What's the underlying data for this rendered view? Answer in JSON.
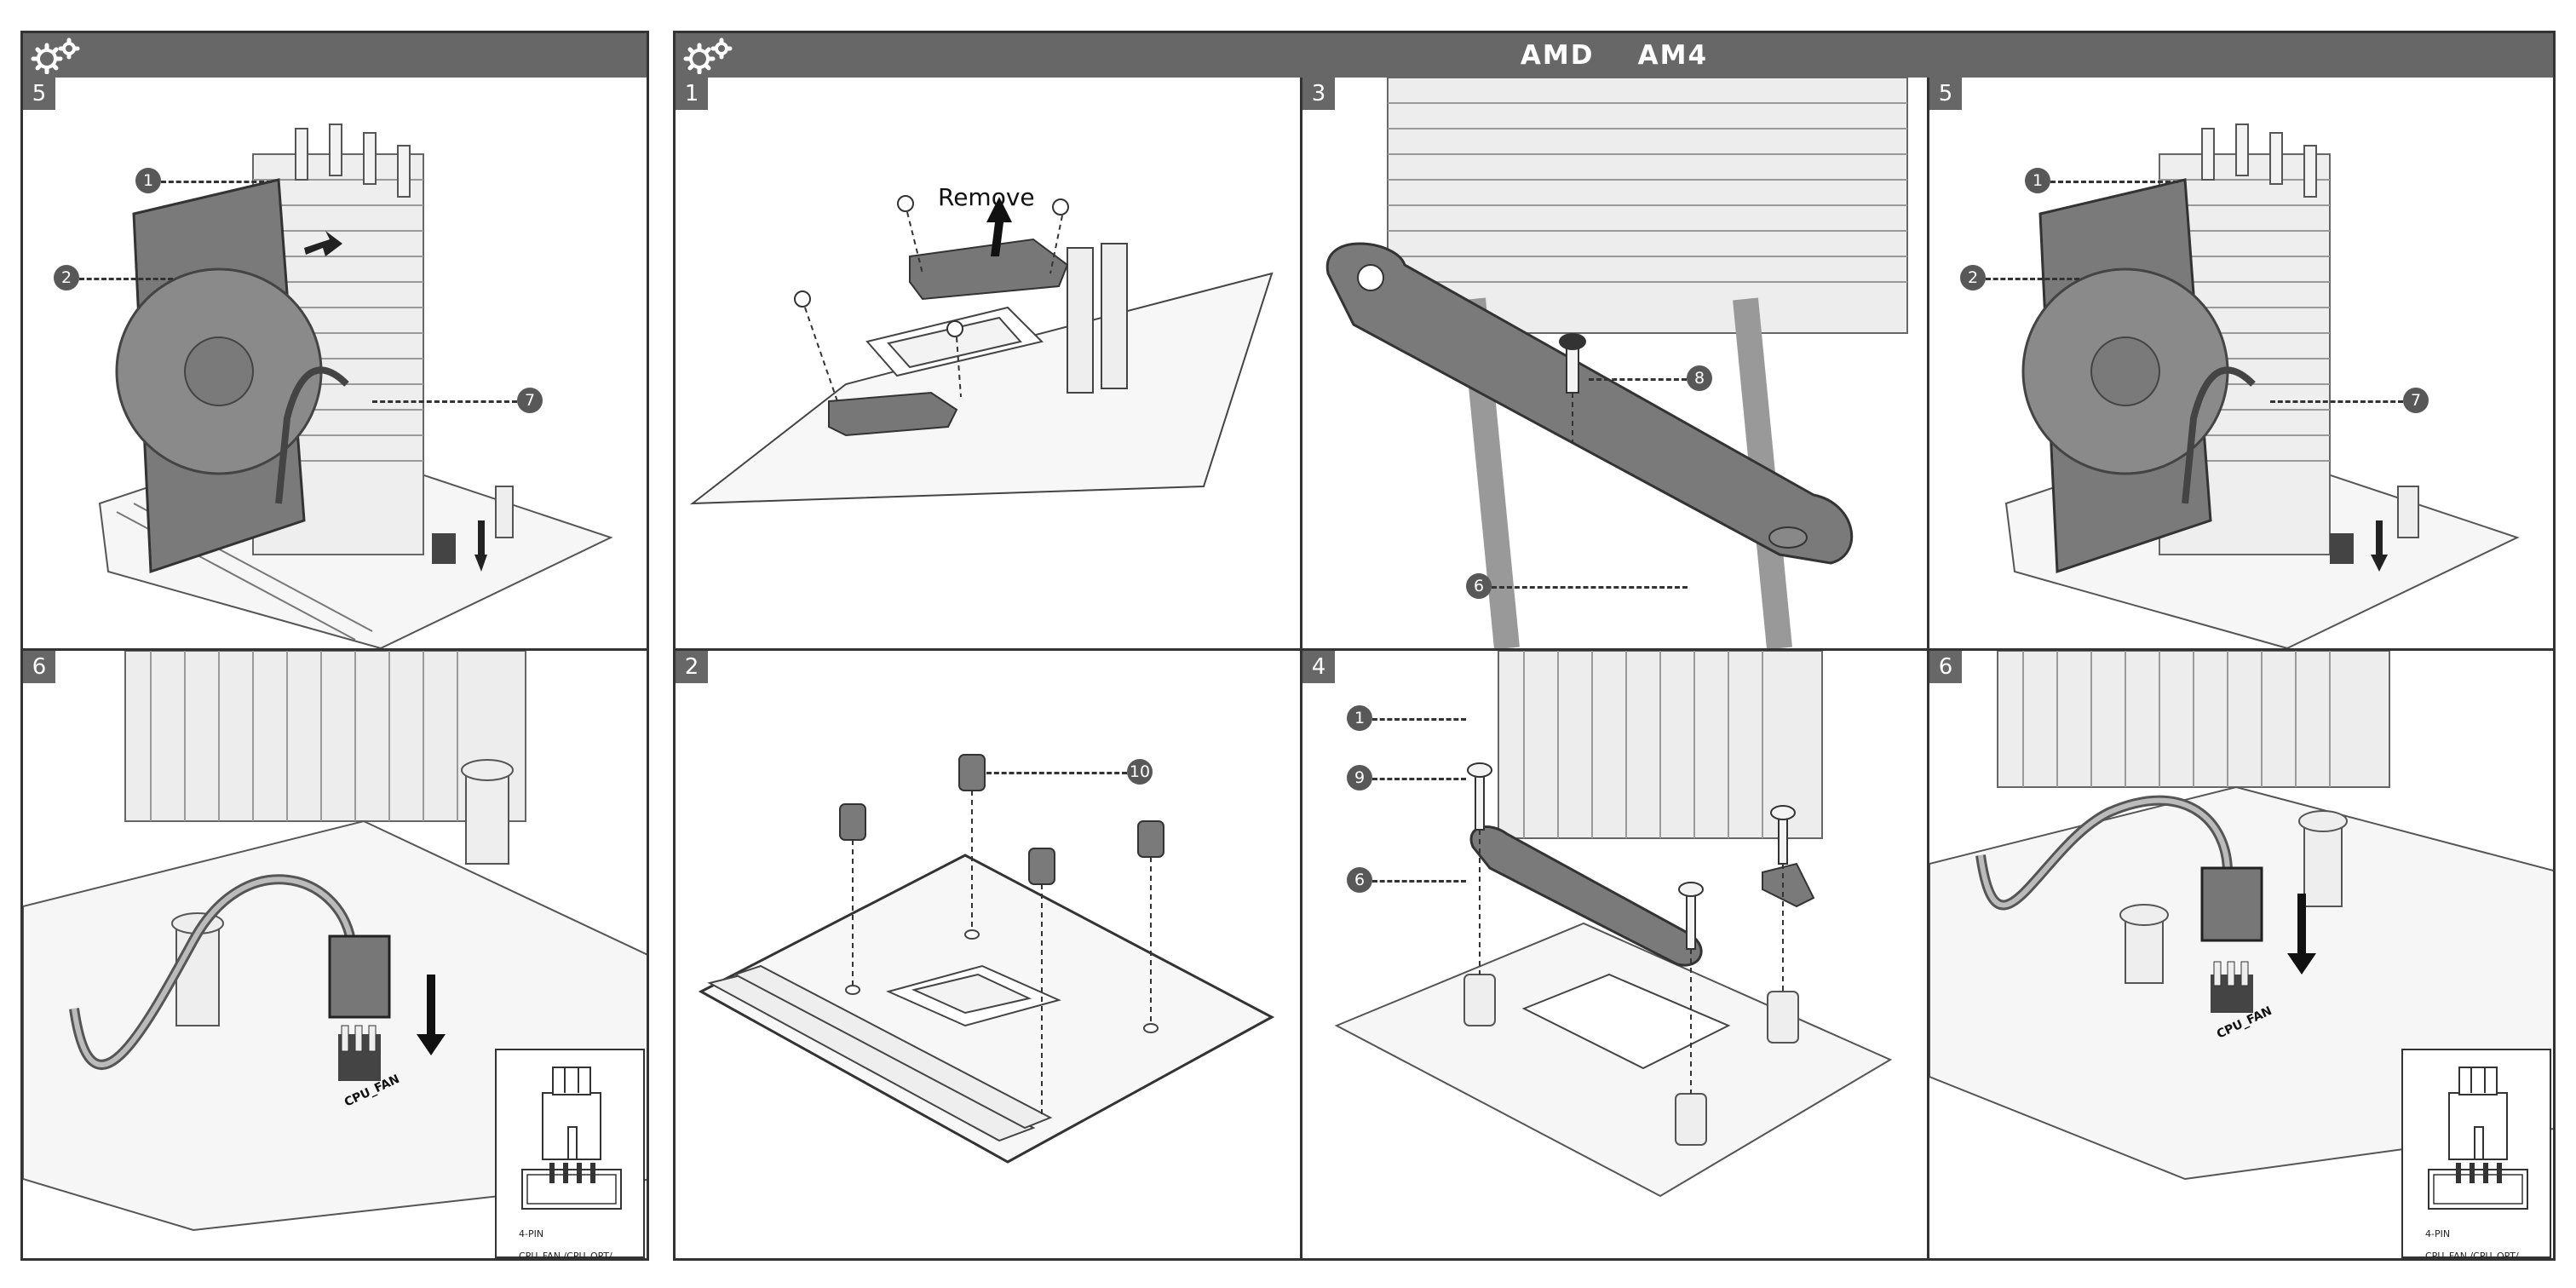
{
  "header": {
    "title": "AMD    AM4",
    "gear_icon": "gear-icon"
  },
  "left_column": {
    "panels": [
      {
        "step": "5",
        "callouts": [
          "1",
          "2",
          "7"
        ]
      },
      {
        "step": "6",
        "connector": {
          "pin_label": "4-PIN",
          "headers": "CPU_FAN /CPU_OPT/\nCHA_FAN/SYS_FAN"
        }
      }
    ]
  },
  "amd_section": {
    "panels": [
      {
        "step": "1",
        "remove_label": "Remove"
      },
      {
        "step": "3",
        "callouts": [
          "8",
          "6"
        ]
      },
      {
        "step": "5",
        "callouts": [
          "1",
          "2",
          "7"
        ]
      },
      {
        "step": "2",
        "callouts": [
          "10"
        ]
      },
      {
        "step": "4",
        "callouts": [
          "1",
          "9",
          "6"
        ]
      },
      {
        "step": "6",
        "connector": {
          "pin_label": "4-PIN",
          "headers": "CPU_FAN /CPU_OPT/\nCHA_FAN/SYS_FAN"
        }
      }
    ]
  },
  "colors": {
    "header_bg": "#676767",
    "callout_bg": "#585858",
    "border": "#333333"
  }
}
